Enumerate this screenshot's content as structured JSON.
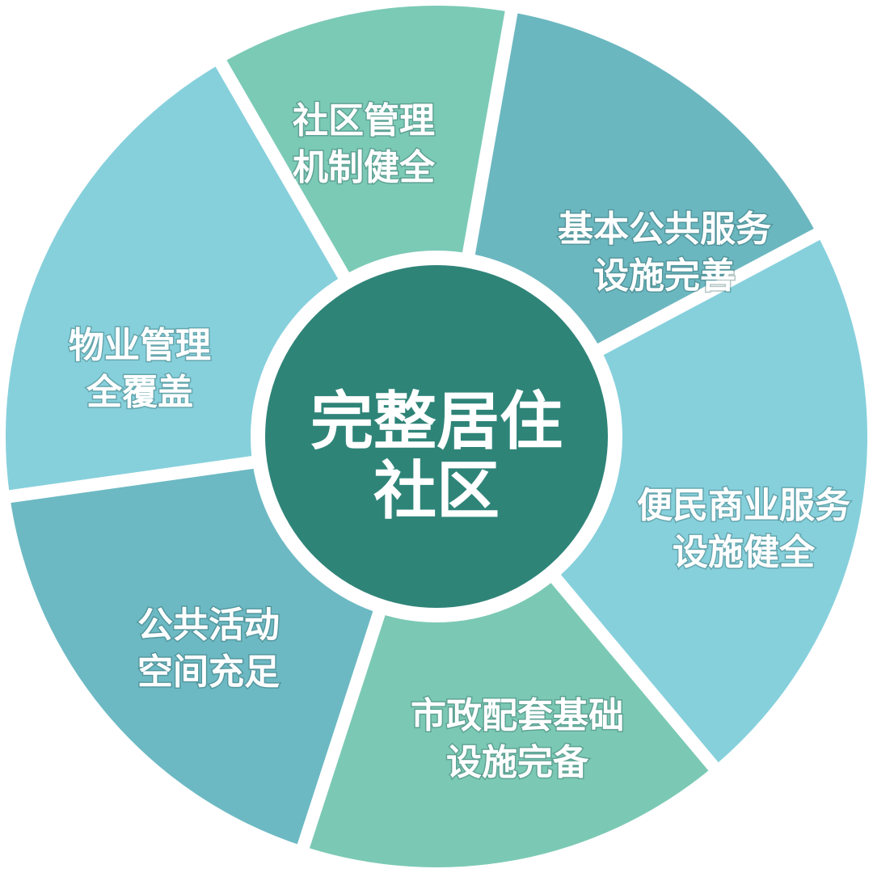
{
  "center": {
    "line1": "完整居住",
    "line2": "社区",
    "color": "#2f8478"
  },
  "segments": [
    {
      "line1": "社区管理",
      "line2": "机制健全",
      "color": "#7bcab6"
    },
    {
      "line1": "基本公共服务",
      "line2": "设施完善",
      "color": "#6bb7c0"
    },
    {
      "line1": "便民商业服务",
      "line2": "设施健全",
      "color": "#86d0dc"
    },
    {
      "line1": "市政配套基础",
      "line2": "设施完备",
      "color": "#7bc9b4"
    },
    {
      "line1": "公共活动",
      "line2": "空间充足",
      "color": "#6cb9c3"
    },
    {
      "line1": "物业管理",
      "line2": "全覆盖",
      "color": "#86d0dc"
    }
  ]
}
